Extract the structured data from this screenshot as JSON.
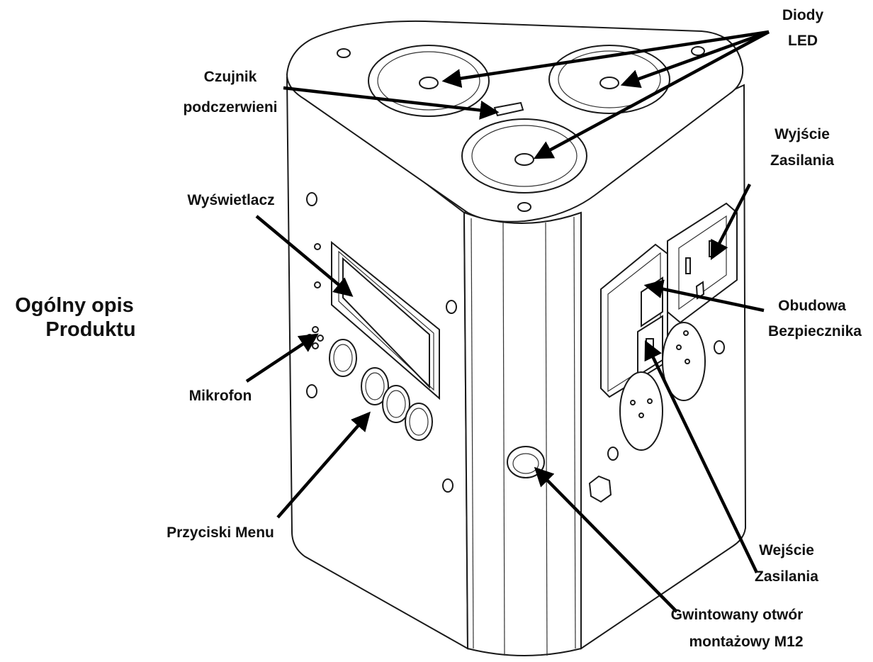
{
  "title": {
    "line1": "Ogólny opis",
    "line2": "Produktu"
  },
  "labels": {
    "diody_led": {
      "line1": "Diody",
      "line2": "LED"
    },
    "czujnik": {
      "line1": "Czujnik",
      "line2": "podczerwieni"
    },
    "wyswietlacz": {
      "line1": "Wyświetlacz"
    },
    "wyjscie_zasilania": {
      "line1": "Wyjście",
      "line2": "Zasilania"
    },
    "obudowa_bezpiecznika": {
      "line1": "Obudowa",
      "line2": "Bezpiecznika"
    },
    "mikrofon": {
      "line1": "Mikrofon"
    },
    "przyciski_menu": {
      "line1": "Przyciski Menu"
    },
    "wejscie_zasilania": {
      "line1": "Wejście",
      "line2": "Zasilania"
    },
    "gwintowany_otwor": {
      "line1": "Gwintowany otwór",
      "line2": "montażowy M12"
    }
  },
  "colors": {
    "ink": "#111111",
    "background": "#ffffff"
  }
}
